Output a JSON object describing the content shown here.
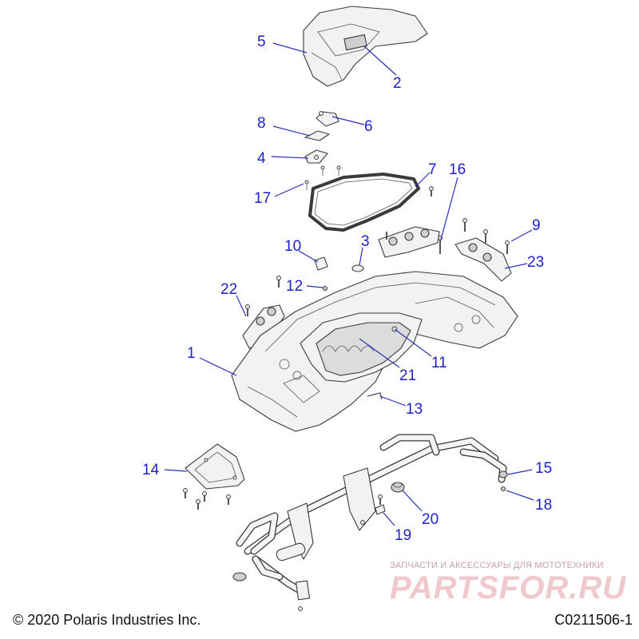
{
  "callouts": {
    "c1": "1",
    "c2": "2",
    "c3": "3",
    "c4": "4",
    "c5": "5",
    "c6": "6",
    "c7": "7",
    "c8": "8",
    "c9": "9",
    "c10": "10",
    "c11": "11",
    "c12": "12",
    "c13": "13",
    "c14": "14",
    "c15": "15",
    "c16": "16",
    "c17": "17",
    "c18": "18",
    "c19": "19",
    "c20": "20",
    "c21": "21",
    "c22": "22",
    "c23": "23"
  },
  "footer": {
    "copyright": "© 2020 Polaris Industries Inc.",
    "drawing_code": "C0211506-1"
  },
  "watermark": {
    "caption": "ЗАПЧАСТИ И АКСЕССУАРЫ ДЛЯ МОТОТЕХНИКИ",
    "logo": "PARTSFOR.RU"
  },
  "colors": {
    "callout_text": "#1f22c9",
    "leader_line": "#2b2fb8",
    "part_stroke": "#3a3a3a",
    "watermark": "#f0c9cf"
  }
}
